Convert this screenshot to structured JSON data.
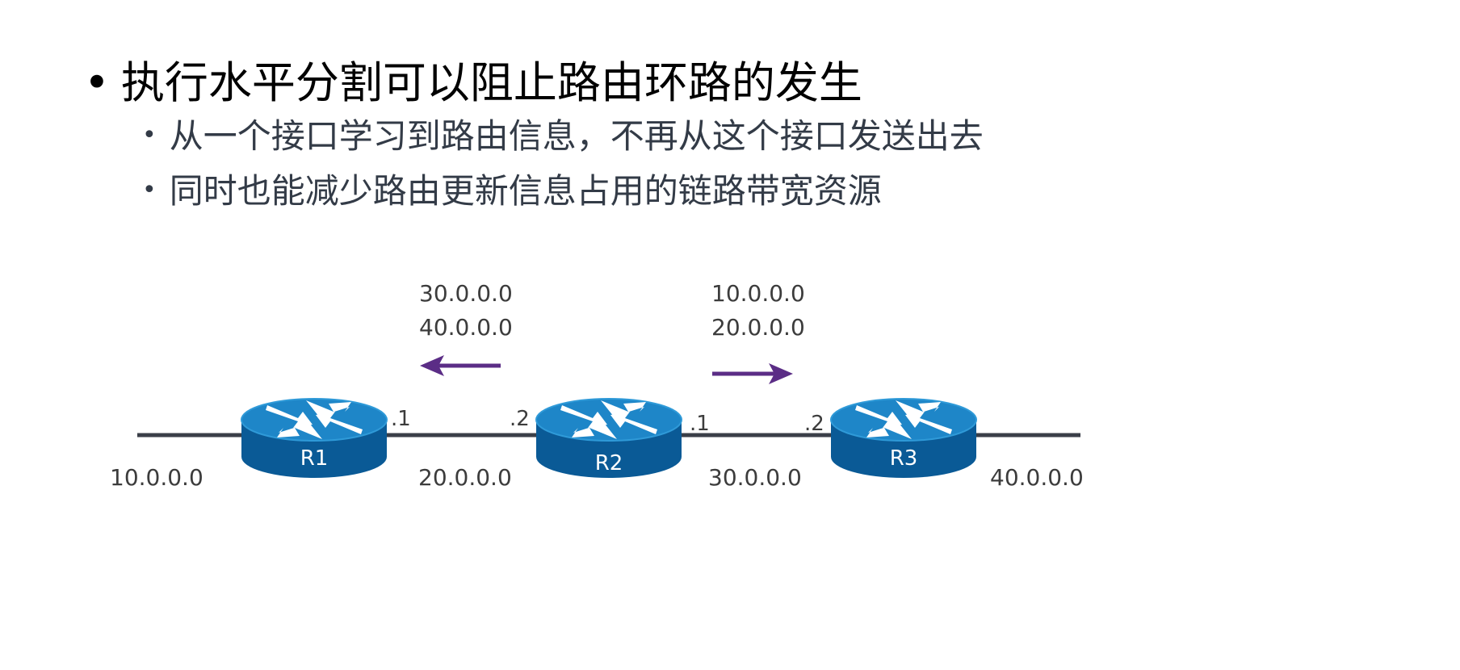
{
  "bullets": {
    "main": "执行水平分割可以阻止路由环路的发生",
    "sub": [
      "从一个接口学习到路由信息，不再从这个接口发送出去",
      "同时也能减少路由更新信息占用的链路带宽资源"
    ]
  },
  "routers": [
    {
      "label": "R1"
    },
    {
      "label": "R2"
    },
    {
      "label": "R3"
    }
  ],
  "networks": [
    "10.0.0.0",
    "20.0.0.0",
    "30.0.0.0",
    "40.0.0.0"
  ],
  "interfaces": {
    "r1_right": ".1",
    "r2_left": ".2",
    "r2_right": ".1",
    "r3_left": ".2"
  },
  "updates": {
    "left": {
      "routes": [
        "30.0.0.0",
        "40.0.0.0"
      ],
      "direction": "left"
    },
    "right": {
      "routes": [
        "10.0.0.0",
        "20.0.0.0"
      ],
      "direction": "right"
    }
  },
  "colors": {
    "router_top": "#1e86c8",
    "router_side": "#0a5a96",
    "arrow": "#5b2d86",
    "link": "#3b3f48"
  }
}
